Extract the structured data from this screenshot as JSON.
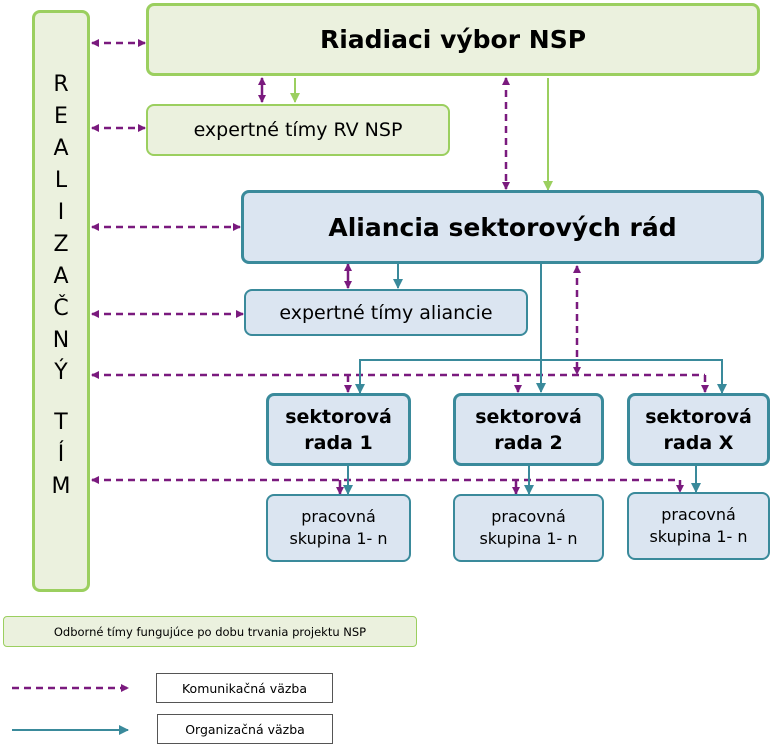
{
  "steering": {
    "title": "Riadiaci výbor NSP"
  },
  "expert_rv": {
    "label": "expertné tímy RV NSP"
  },
  "alliance": {
    "title": "Aliancia sektorových rád"
  },
  "expert_alliance": {
    "label": "expertné tímy aliancie"
  },
  "realization_team": {
    "letters": [
      "R",
      "E",
      "A",
      "L",
      "I",
      "Z",
      "A",
      "Č",
      "N",
      "Ý",
      "",
      "T",
      "Í",
      "M"
    ]
  },
  "councils": [
    {
      "line1": "sektorová",
      "line2": "rada 1"
    },
    {
      "line1": "sektorová",
      "line2": "rada 2"
    },
    {
      "line1": "sektorová",
      "line2": "rada X"
    }
  ],
  "workgroups": [
    {
      "line1": "pracovná",
      "line2": "skupina 1- n"
    },
    {
      "line1": "pracovná",
      "line2": "skupina 1- n"
    },
    {
      "line1": "pracovná",
      "line2": "skupina 1- n"
    }
  ],
  "legend": {
    "expert_teams_note": "Odborné tímy fungujúce po dobu trvania projektu NSP",
    "communication": "Komunikačná väzba",
    "organization": "Organizačná väzba"
  },
  "colors": {
    "communication": "#7a1a7e",
    "organization": "#3a8a9b",
    "green": "#9bcf5f"
  }
}
